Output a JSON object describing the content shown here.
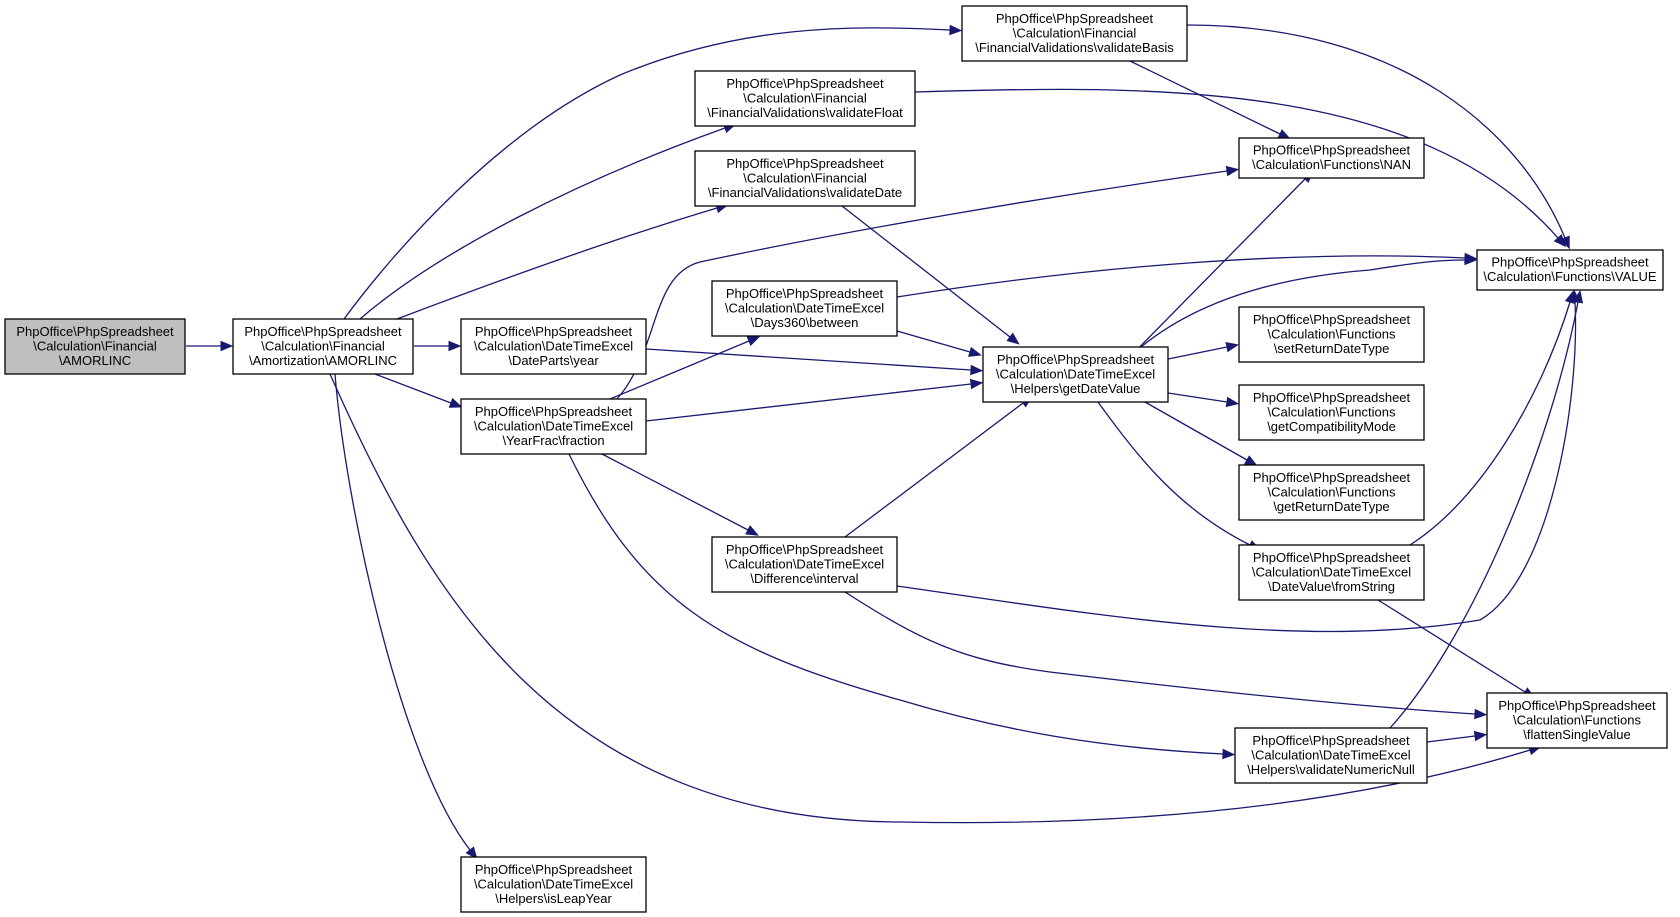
{
  "graph": {
    "nodes": [
      {
        "id": "root",
        "lines": [
          "PhpOffice\\PhpSpreadsheet",
          "\\Calculation\\Financial",
          "\\AMORLINC"
        ],
        "root": true
      },
      {
        "id": "amort",
        "lines": [
          "PhpOffice\\PhpSpreadsheet",
          "\\Calculation\\Financial",
          "\\Amortization\\AMORLINC"
        ]
      },
      {
        "id": "valBasis",
        "lines": [
          "PhpOffice\\PhpSpreadsheet",
          "\\Calculation\\Financial",
          "\\FinancialValidations\\validateBasis"
        ]
      },
      {
        "id": "valFloat",
        "lines": [
          "PhpOffice\\PhpSpreadsheet",
          "\\Calculation\\Financial",
          "\\FinancialValidations\\validateFloat"
        ]
      },
      {
        "id": "valDate",
        "lines": [
          "PhpOffice\\PhpSpreadsheet",
          "\\Calculation\\Financial",
          "\\FinancialValidations\\validateDate"
        ]
      },
      {
        "id": "days360",
        "lines": [
          "PhpOffice\\PhpSpreadsheet",
          "\\Calculation\\DateTimeExcel",
          "\\Days360\\between"
        ]
      },
      {
        "id": "year",
        "lines": [
          "PhpOffice\\PhpSpreadsheet",
          "\\Calculation\\DateTimeExcel",
          "\\DateParts\\year"
        ]
      },
      {
        "id": "fraction",
        "lines": [
          "PhpOffice\\PhpSpreadsheet",
          "\\Calculation\\DateTimeExcel",
          "\\YearFrac\\fraction"
        ]
      },
      {
        "id": "interval",
        "lines": [
          "PhpOffice\\PhpSpreadsheet",
          "\\Calculation\\DateTimeExcel",
          "\\Difference\\interval"
        ]
      },
      {
        "id": "leap",
        "lines": [
          "PhpOffice\\PhpSpreadsheet",
          "\\Calculation\\DateTimeExcel",
          "\\Helpers\\isLeapYear"
        ]
      },
      {
        "id": "getDate",
        "lines": [
          "PhpOffice\\PhpSpreadsheet",
          "\\Calculation\\DateTimeExcel",
          "\\Helpers\\getDateValue"
        ]
      },
      {
        "id": "nan",
        "lines": [
          "PhpOffice\\PhpSpreadsheet",
          "\\Calculation\\Functions\\NAN"
        ]
      },
      {
        "id": "setRet",
        "lines": [
          "PhpOffice\\PhpSpreadsheet",
          "\\Calculation\\Functions",
          "\\setReturnDateType"
        ]
      },
      {
        "id": "getCompat",
        "lines": [
          "PhpOffice\\PhpSpreadsheet",
          "\\Calculation\\Functions",
          "\\getCompatibilityMode"
        ]
      },
      {
        "id": "getRet",
        "lines": [
          "PhpOffice\\PhpSpreadsheet",
          "\\Calculation\\Functions",
          "\\getReturnDateType"
        ]
      },
      {
        "id": "fromString",
        "lines": [
          "PhpOffice\\PhpSpreadsheet",
          "\\Calculation\\DateTimeExcel",
          "\\DateValue\\fromString"
        ]
      },
      {
        "id": "valNull",
        "lines": [
          "PhpOffice\\PhpSpreadsheet",
          "\\Calculation\\DateTimeExcel",
          "\\Helpers\\validateNumericNull"
        ]
      },
      {
        "id": "value",
        "lines": [
          "PhpOffice\\PhpSpreadsheet",
          "\\Calculation\\Functions\\VALUE"
        ]
      },
      {
        "id": "flatten",
        "lines": [
          "PhpOffice\\PhpSpreadsheet",
          "\\Calculation\\Functions",
          "\\flattenSingleValue"
        ]
      }
    ],
    "edges": [
      {
        "from": "root",
        "to": "amort"
      },
      {
        "from": "amort",
        "to": "valBasis"
      },
      {
        "from": "amort",
        "to": "valFloat"
      },
      {
        "from": "amort",
        "to": "valDate"
      },
      {
        "from": "amort",
        "to": "year"
      },
      {
        "from": "amort",
        "to": "fraction"
      },
      {
        "from": "amort",
        "to": "leap"
      },
      {
        "from": "amort",
        "to": "flatten"
      },
      {
        "from": "valBasis",
        "to": "nan"
      },
      {
        "from": "valBasis",
        "to": "value"
      },
      {
        "from": "valFloat",
        "to": "value"
      },
      {
        "from": "valDate",
        "to": "getDate"
      },
      {
        "from": "days360",
        "to": "value"
      },
      {
        "from": "days360",
        "to": "getDate"
      },
      {
        "from": "year",
        "to": "getDate"
      },
      {
        "from": "fraction",
        "to": "nan"
      },
      {
        "from": "fraction",
        "to": "days360"
      },
      {
        "from": "fraction",
        "to": "getDate"
      },
      {
        "from": "fraction",
        "to": "interval"
      },
      {
        "from": "fraction",
        "to": "valNull"
      },
      {
        "from": "interval",
        "to": "getDate"
      },
      {
        "from": "interval",
        "to": "value"
      },
      {
        "from": "interval",
        "to": "flatten"
      },
      {
        "from": "getDate",
        "to": "nan"
      },
      {
        "from": "getDate",
        "to": "value"
      },
      {
        "from": "getDate",
        "to": "setRet"
      },
      {
        "from": "getDate",
        "to": "getCompat"
      },
      {
        "from": "getDate",
        "to": "getRet"
      },
      {
        "from": "getDate",
        "to": "fromString"
      },
      {
        "from": "fromString",
        "to": "value"
      },
      {
        "from": "fromString",
        "to": "flatten"
      },
      {
        "from": "valNull",
        "to": "value"
      },
      {
        "from": "valNull",
        "to": "flatten"
      }
    ]
  }
}
